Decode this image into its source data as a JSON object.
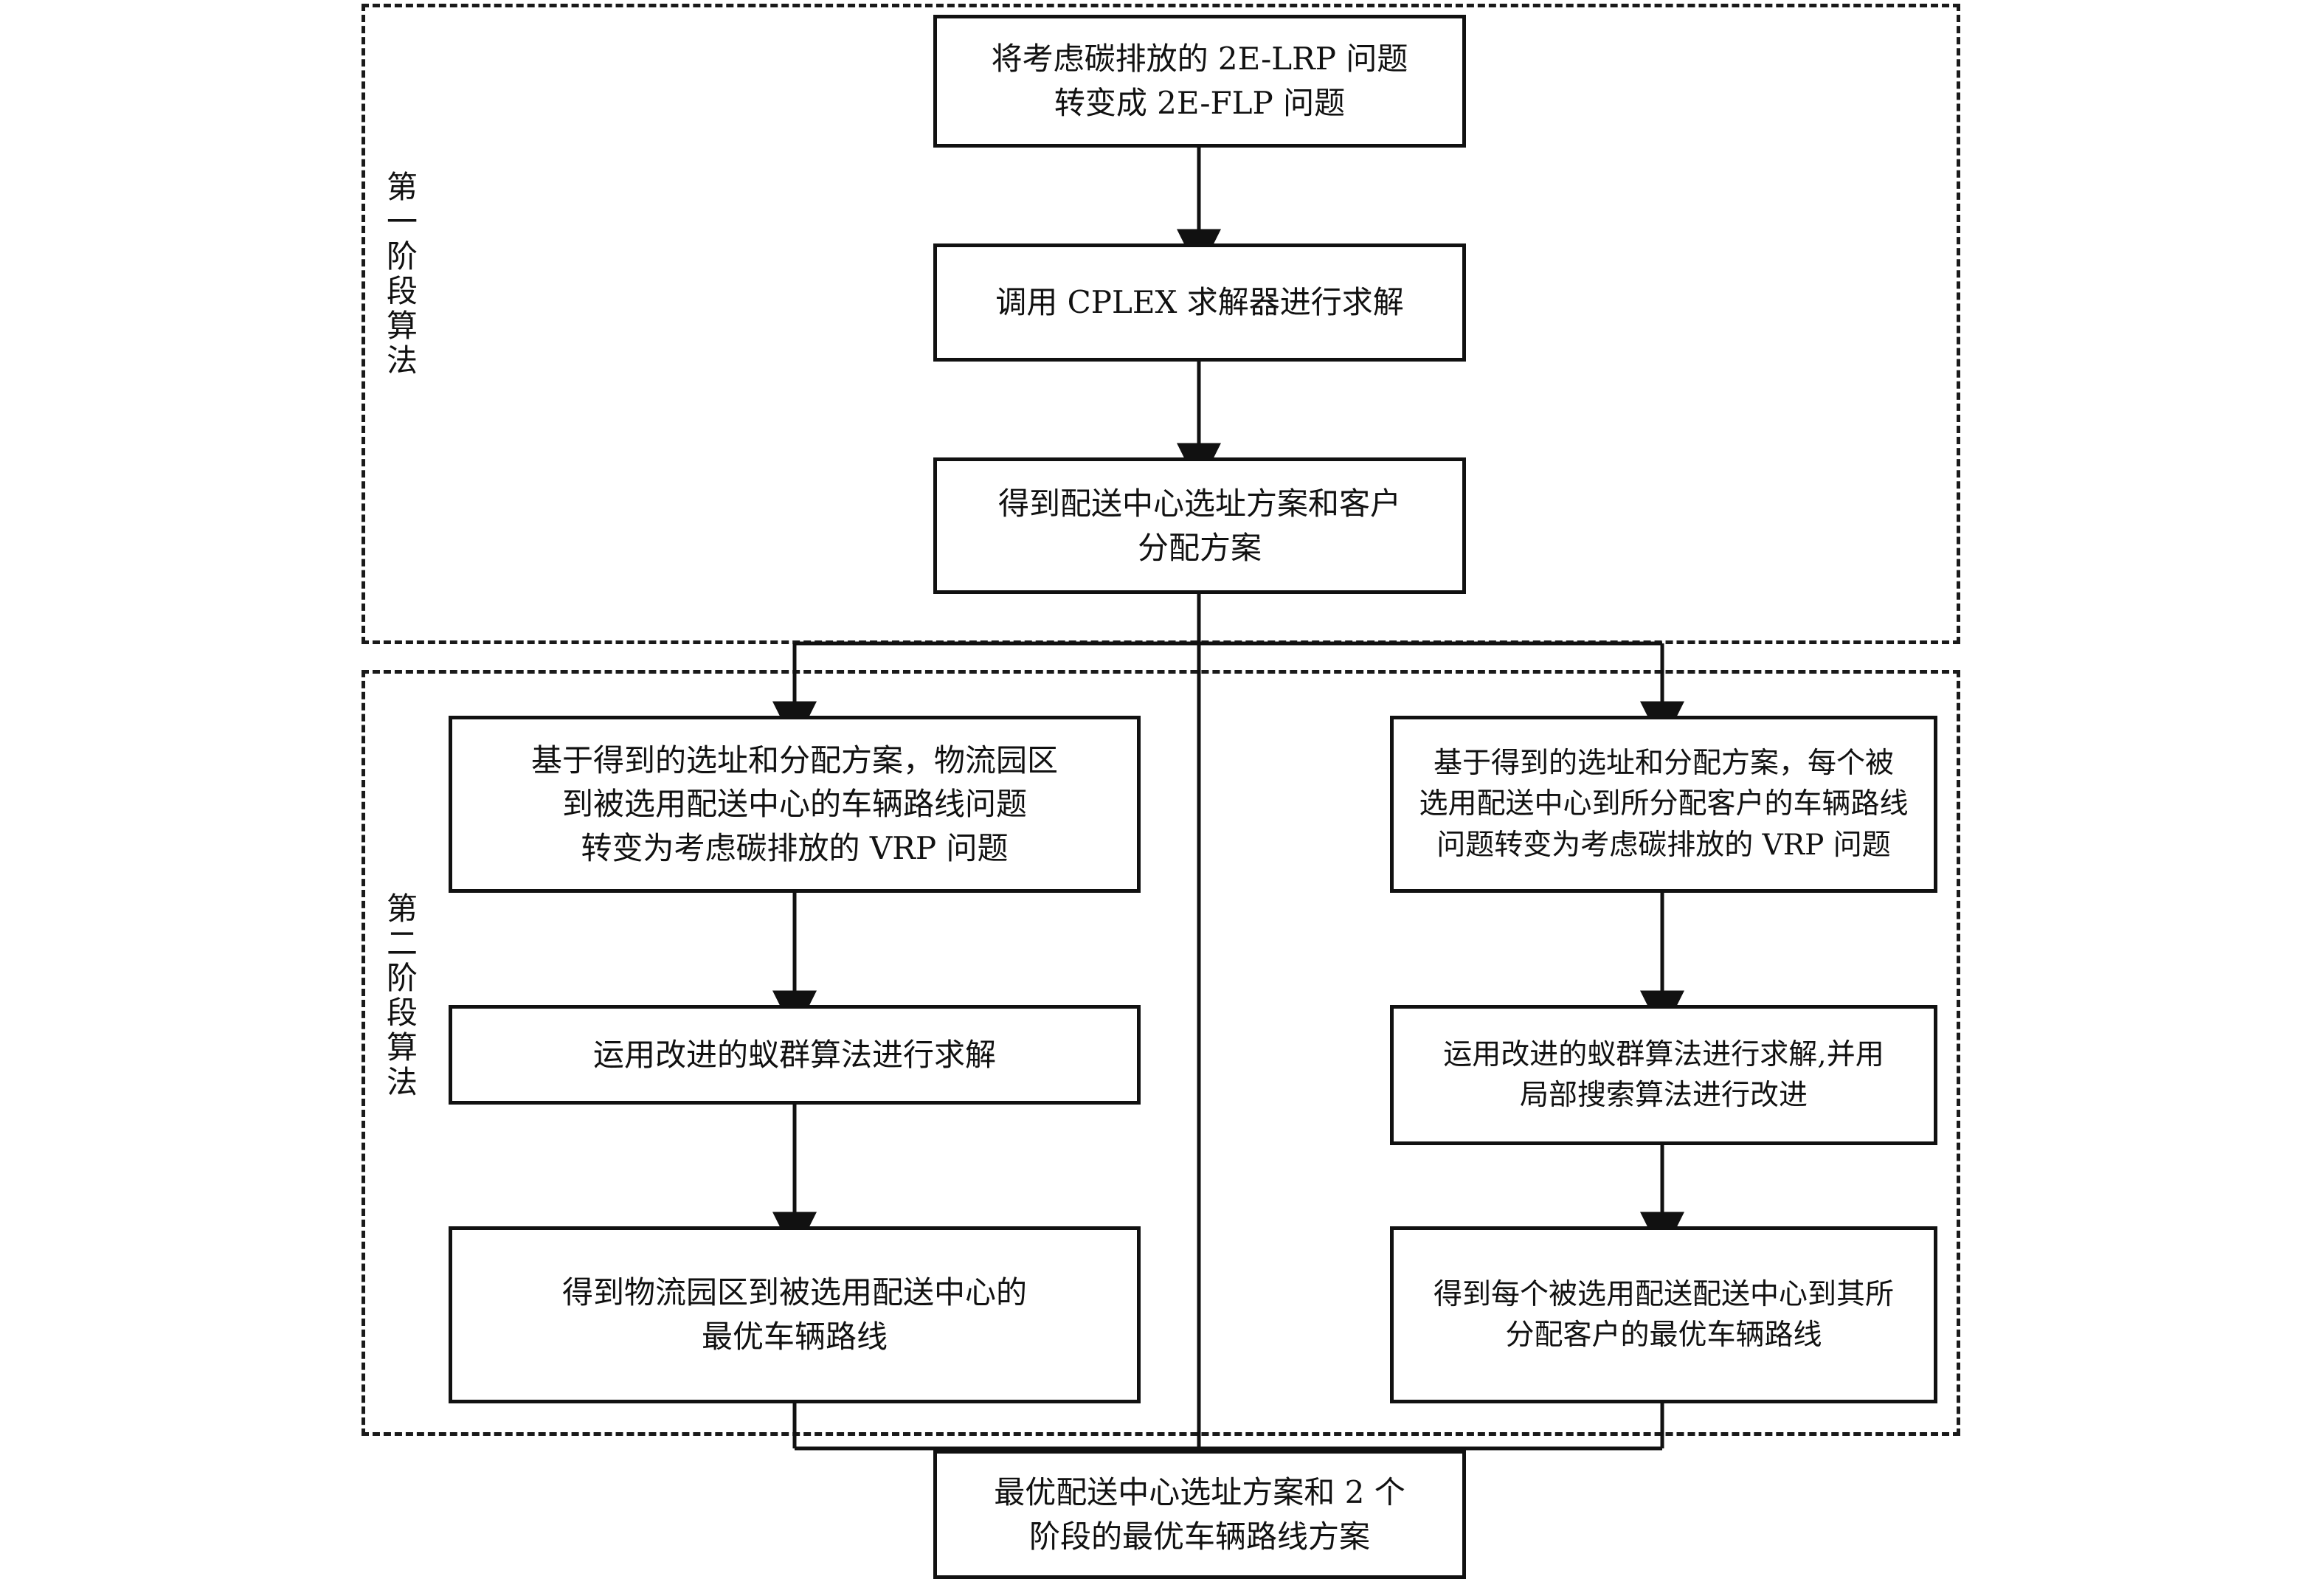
{
  "diagram": {
    "title_semantic": "two-stage-algorithm-flowchart",
    "stages": [
      {
        "id": "stage1",
        "label_lines": [
          "第",
          "一",
          "阶",
          "段",
          "算",
          "法"
        ],
        "label_text": "第一阶段算法"
      },
      {
        "id": "stage2",
        "label_lines": [
          "第",
          "二",
          "阶",
          "段",
          "算",
          "法"
        ],
        "label_text": "第二阶段算法"
      }
    ],
    "nodes": {
      "s1_n1": {
        "lines": [
          "将考虑碳排放的 2E-LRP 问题",
          "转变成 2E-FLP 问题"
        ]
      },
      "s1_n2": {
        "lines": [
          "调用 CPLEX 求解器进行求解"
        ]
      },
      "s1_n3": {
        "lines": [
          "得到配送中心选址方案和客户",
          "分配方案"
        ]
      },
      "s2_l1": {
        "lines": [
          "基于得到的选址和分配方案，物流园区",
          "到被选用配送中心的车辆路线问题",
          "转变为考虑碳排放的 VRP 问题"
        ]
      },
      "s2_l2": {
        "lines": [
          "运用改进的蚁群算法进行求解"
        ]
      },
      "s2_l3": {
        "lines": [
          "得到物流园区到被选用配送中心的",
          "最优车辆路线"
        ]
      },
      "s2_r1": {
        "lines": [
          "基于得到的选址和分配方案，每个被",
          "选用配送中心到所分配客户的车辆路线",
          "问题转变为考虑碳排放的 VRP 问题"
        ]
      },
      "s2_r2": {
        "lines": [
          "运用改进的蚁群算法进行求解,并用",
          "局部搜索算法进行改进"
        ]
      },
      "s2_r3": {
        "lines": [
          "得到每个被选用配送配送中心到其所",
          "分配客户的最优车辆路线"
        ]
      },
      "final": {
        "lines": [
          "最优配送中心选址方案和 2 个",
          "阶段的最优车辆路线方案"
        ]
      }
    },
    "colors": {
      "stroke": "#111111",
      "background": "#ffffff",
      "dashed_border": "#1a1a1a"
    }
  }
}
